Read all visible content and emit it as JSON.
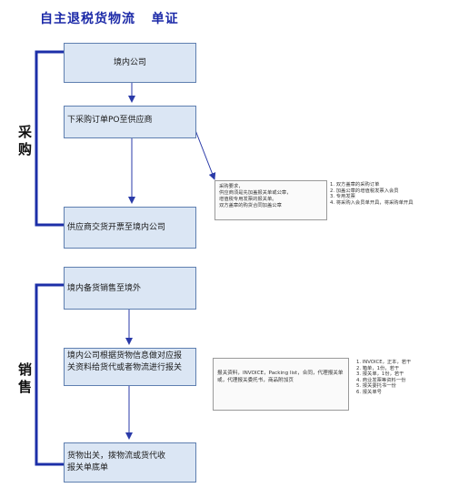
{
  "title": "自主退税货物流   单证",
  "sections": {
    "purchase": "采购",
    "sales": "销售"
  },
  "boxes": {
    "b1": "境内公司",
    "b2": "下采购订单PO至供应商",
    "b3": "供应商交货开票至境内公司",
    "b4": "境内备货销售至境外",
    "b5": "境内公司根据货物信息做对应报关资料给货代或者物流进行报关",
    "b6": "货物出关，拨物流或货代收报关单底单"
  },
  "notes": {
    "purchase_note": [
      "采购要求，",
      "供应商须是先加盖报关单或公章，",
      "增值税专用发票的报关单。",
      "双方盖章的购货合同加盖公章"
    ],
    "purchase_list": [
      "1. 双方盖章的采购订单",
      "2. 加盖公章的增值税发票入会员",
      "3. 专用发票",
      "4. 将采购入会员单开具，将采购单开具"
    ],
    "sales_note": "报关资料，INVOICE，Packing list，合同，代理报关单或，代理报关委托书，商品附加页",
    "sales_list": [
      "1. INVOICE，正本，若干",
      "2. 箱单，1份，若干",
      "3. 报关单，1份，若干",
      "4. 商业发票等资料一份",
      "5. 报关委托书一份",
      "6. 报关单号"
    ]
  }
}
